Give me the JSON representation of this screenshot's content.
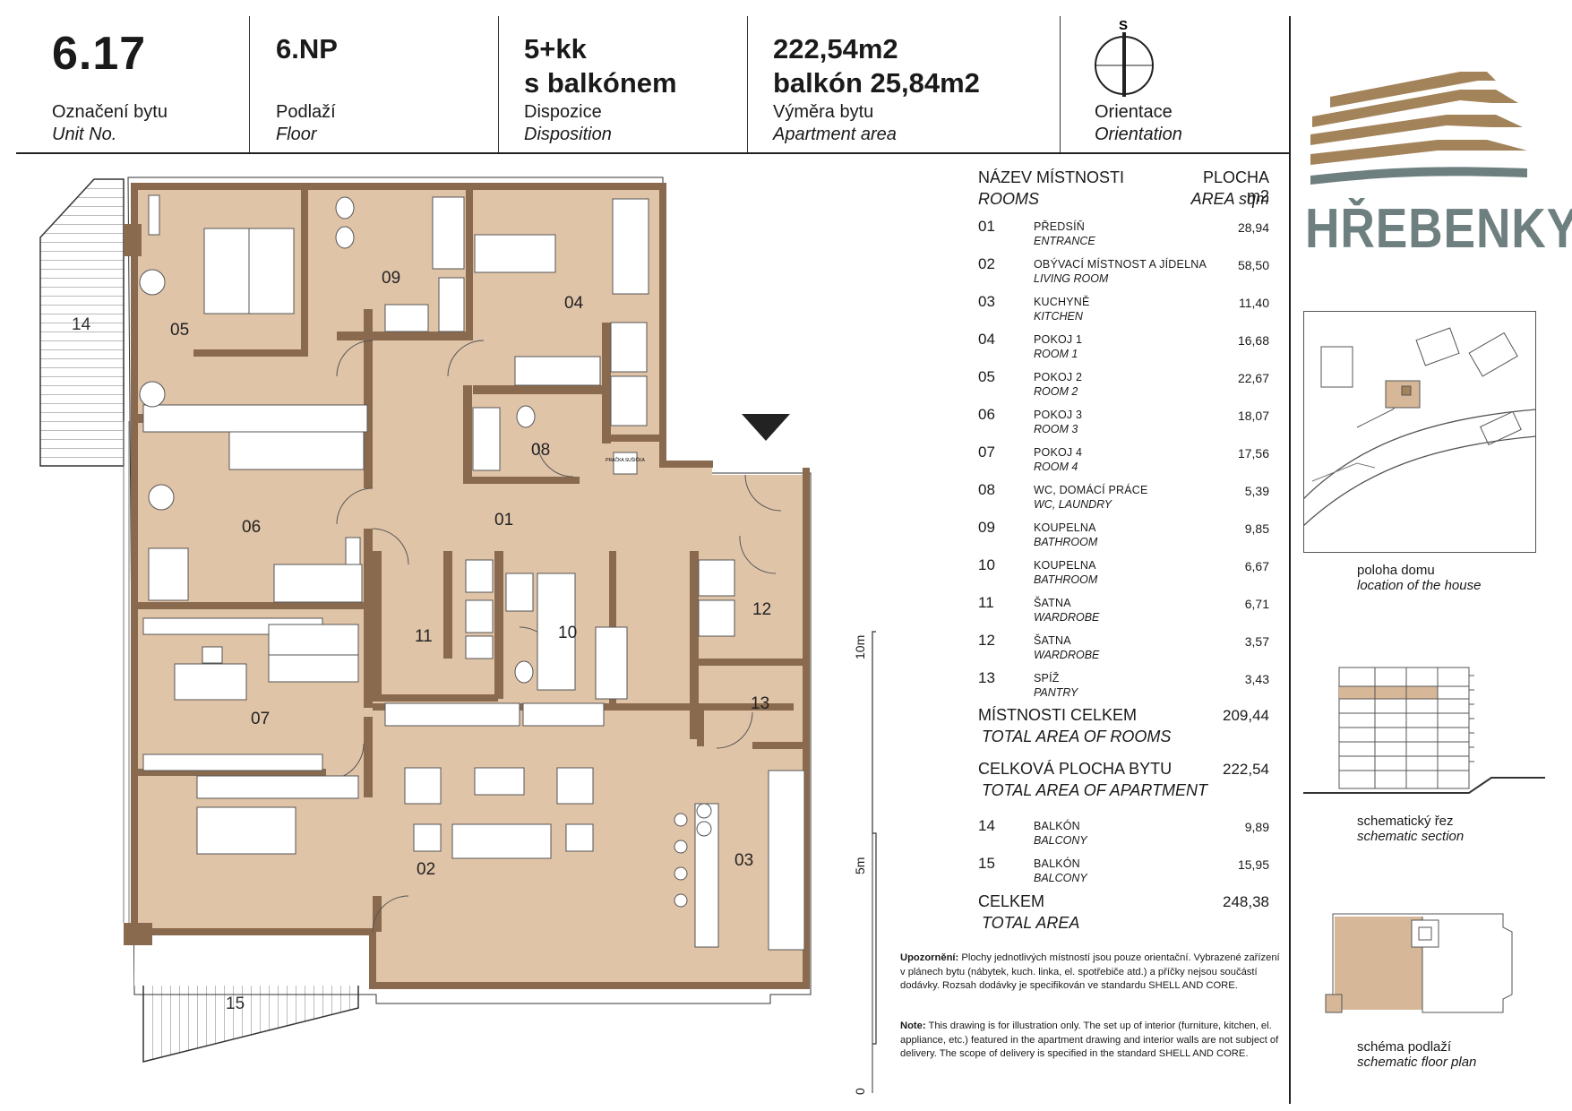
{
  "header": {
    "unit": {
      "value": "6.17",
      "label": "Označení bytu",
      "label_en": "Unit No."
    },
    "floor": {
      "value": "6.NP",
      "label": "Podlaží",
      "label_en": "Floor"
    },
    "disposition": {
      "value": "5+kk",
      "value2": "s balkónem",
      "label": "Dispozice",
      "label_en": "Disposition"
    },
    "area": {
      "value": "222,54m2",
      "value2": "balkón 25,84m2",
      "label": "Výměra bytu",
      "label_en": "Apartment area"
    },
    "orientation": {
      "north_letter": "S",
      "label": "Orientace",
      "label_en": "Orientation"
    }
  },
  "brand": {
    "name": "HŘEBENKY",
    "colors": {
      "gold": "#a3835a",
      "grey": "#6e7f80"
    }
  },
  "table": {
    "col_room": "NÁZEV MÍSTNOSTI",
    "col_room_en": "ROOMS",
    "col_area": "PLOCHA m2",
    "col_area_en": "AREA sqm",
    "rows": [
      {
        "num": "01",
        "name": "PŘEDSÍŇ",
        "name_en": "ENTRANCE",
        "area": "28,94"
      },
      {
        "num": "02",
        "name": "OBÝVACÍ MÍSTNOST A JÍDELNA",
        "name_en": "LIVING ROOM",
        "area": "58,50"
      },
      {
        "num": "03",
        "name": "KUCHYNĚ",
        "name_en": "KITCHEN",
        "area": "11,40"
      },
      {
        "num": "04",
        "name": "POKOJ 1",
        "name_en": "ROOM 1",
        "area": "16,68"
      },
      {
        "num": "05",
        "name": "POKOJ 2",
        "name_en": "ROOM 2",
        "area": "22,67"
      },
      {
        "num": "06",
        "name": "POKOJ 3",
        "name_en": "ROOM 3",
        "area": "18,07"
      },
      {
        "num": "07",
        "name": "POKOJ 4",
        "name_en": "ROOM 4",
        "area": "17,56"
      },
      {
        "num": "08",
        "name": "WC, DOMÁCÍ PRÁCE",
        "name_en": "WC, LAUNDRY",
        "area": "5,39"
      },
      {
        "num": "09",
        "name": "KOUPELNA",
        "name_en": "BATHROOM",
        "area": "9,85"
      },
      {
        "num": "10",
        "name": "KOUPELNA",
        "name_en": "BATHROOM",
        "area": "6,67"
      },
      {
        "num": "11",
        "name": "ŠATNA",
        "name_en": "WARDROBE",
        "area": "6,71"
      },
      {
        "num": "12",
        "name": "ŠATNA",
        "name_en": "WARDROBE",
        "area": "3,57"
      },
      {
        "num": "13",
        "name": "SPÍŽ",
        "name_en": "PANTRY",
        "area": "3,43"
      }
    ],
    "rooms_total": {
      "label": "MÍSTNOSTI CELKEM",
      "label_en": "TOTAL AREA OF ROOMS",
      "value": "209,44"
    },
    "apartment_total": {
      "label": "CELKOVÁ PLOCHA BYTU",
      "label_en": "TOTAL AREA OF APARTMENT",
      "value": "222,54"
    },
    "balconies": [
      {
        "num": "14",
        "name": "BALKÓN",
        "name_en": "BALCONY",
        "area": "9,89"
      },
      {
        "num": "15",
        "name": "BALKÓN",
        "name_en": "BALCONY",
        "area": "15,95"
      }
    ],
    "grand_total": {
      "label": "CELKEM",
      "label_en": "TOTAL AREA",
      "value": "248,38"
    }
  },
  "notes": {
    "cz_prefix": "Upozornění:",
    "cz": "Plochy jednotlivých místností jsou pouze orientační. Vybrazené zařízení v plánech bytu (nábytek, kuch. linka, el. spotřebiče atd.) a příčky nejsou součástí dodávky. Rozsah dodávky je specifikován ve standardu SHELL AND CORE.",
    "en_prefix": "Note:",
    "en": "This drawing is for illustration only. The set up of interior (furniture, kitchen, el. appliance, etc.) featured in the apartment drawing and interior walls are not subject of delivery. The scope of delivery is specified in the standard SHELL AND CORE."
  },
  "captions": {
    "location": {
      "cz": "poloha domu",
      "en": "location of the house"
    },
    "section": {
      "cz": "schematický řez",
      "en": "schematic section"
    },
    "floor_plan": {
      "cz": "schéma podlaží",
      "en": "schematic floor plan"
    }
  },
  "scale": {
    "ticks": [
      "10m",
      "5m",
      "0"
    ]
  },
  "plan": {
    "colors": {
      "floor": "#e0c4a8",
      "wall": "#8a6a4e"
    },
    "room_labels": [
      "01",
      "02",
      "03",
      "04",
      "05",
      "06",
      "07",
      "08",
      "09",
      "10",
      "11",
      "12",
      "13"
    ],
    "balcony_labels": [
      "14",
      "15"
    ],
    "tags": {
      "laundry": "PRAČKA SUŠIČKA"
    }
  }
}
